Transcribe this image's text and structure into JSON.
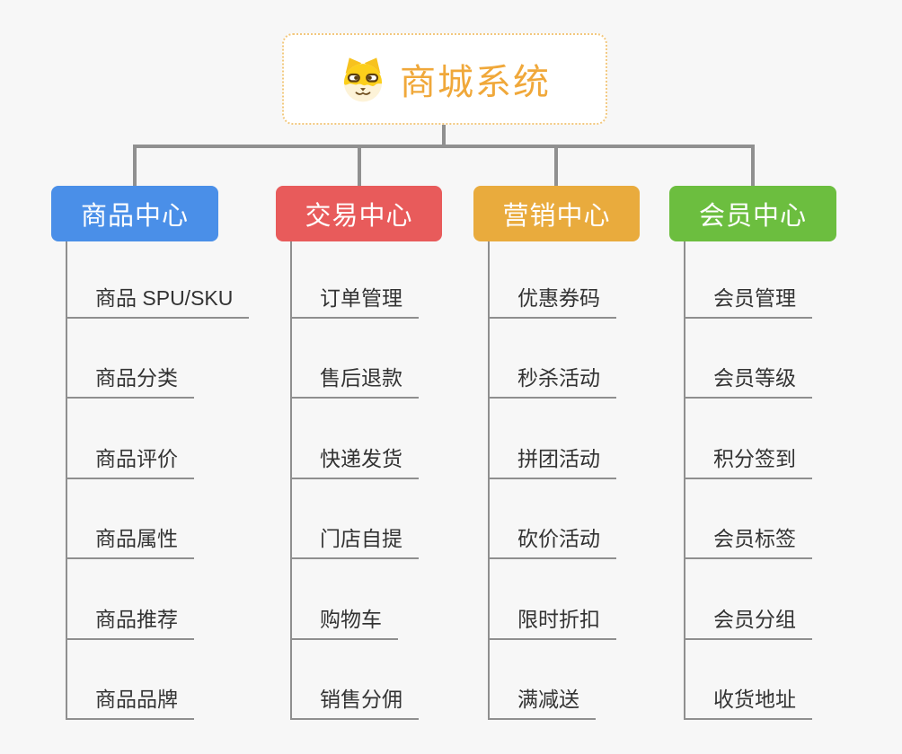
{
  "root": {
    "title": "商城系统",
    "icon": "dog-face-icon"
  },
  "branches": [
    {
      "label": "商品中心",
      "color": "#4A8FE8",
      "children": [
        "商品 SPU/SKU",
        "商品分类",
        "商品评价",
        "商品属性",
        "商品推荐",
        "商品品牌"
      ]
    },
    {
      "label": "交易中心",
      "color": "#E85B5B",
      "children": [
        "订单管理",
        "售后退款",
        "快递发货",
        "门店自提",
        "购物车",
        "销售分佣"
      ]
    },
    {
      "label": "营销中心",
      "color": "#E9AB3D",
      "children": [
        "优惠券码",
        "秒杀活动",
        "拼团活动",
        "砍价活动",
        "限时折扣",
        "满减送"
      ]
    },
    {
      "label": "会员中心",
      "color": "#6CBE3F",
      "children": [
        "会员管理",
        "会员等级",
        "积分签到",
        "会员标签",
        "会员分组",
        "收货地址"
      ]
    }
  ],
  "colors": {
    "background": "#F7F7F7",
    "root_title": "#F0A83A",
    "root_border": "#F2C87E",
    "connector": "#909090",
    "leaf_text": "#333333",
    "branch_text": "#FFFFFF"
  }
}
